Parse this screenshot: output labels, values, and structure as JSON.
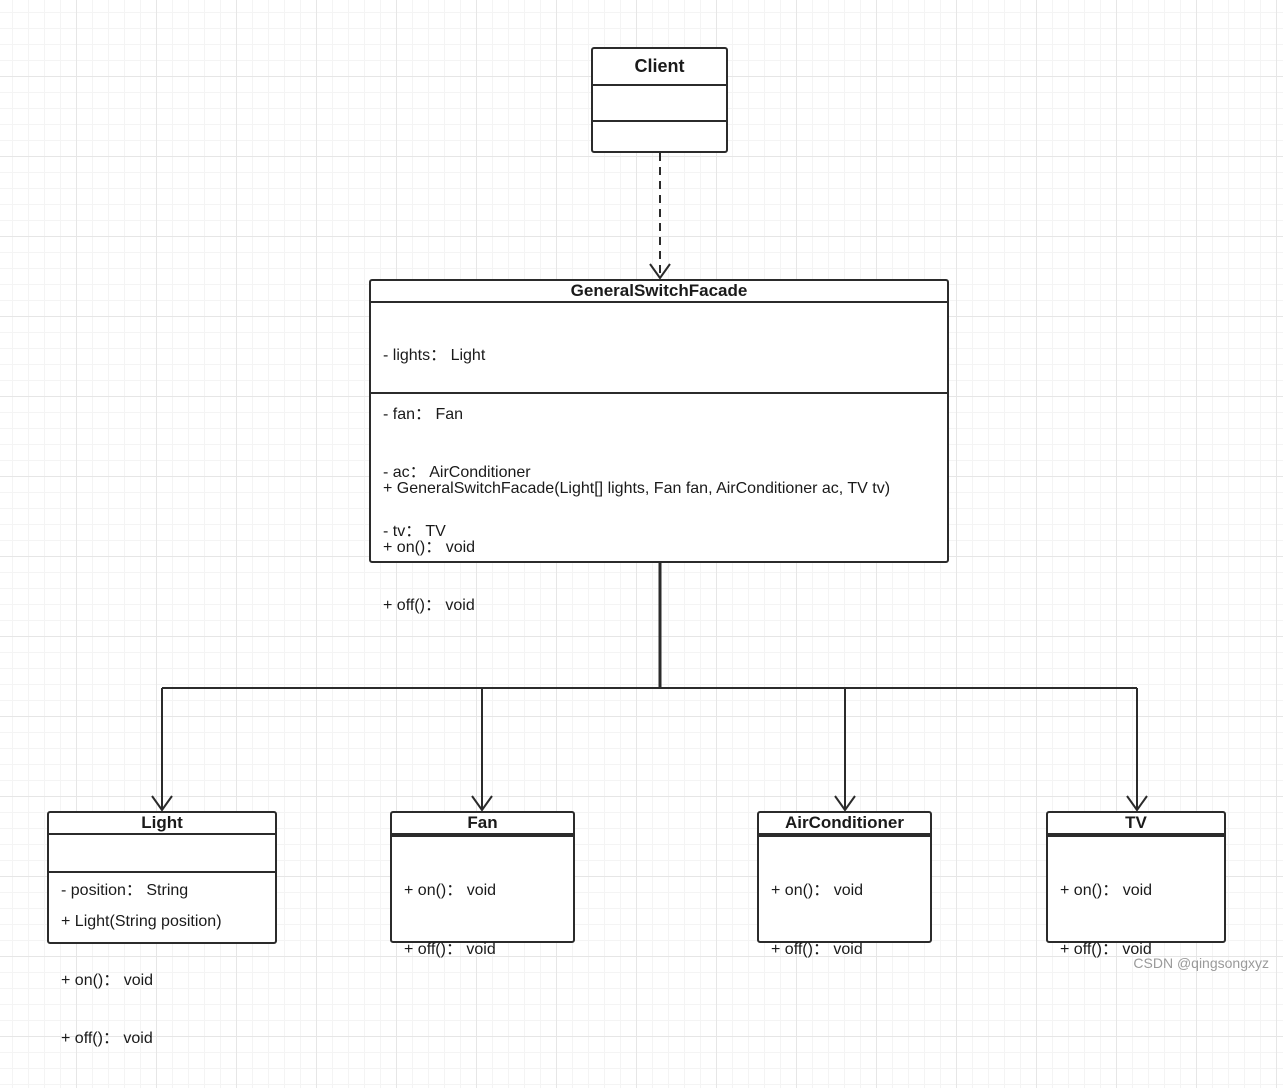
{
  "diagram": {
    "classes": {
      "client": {
        "name": "Client",
        "attributes": [],
        "operations": []
      },
      "facade": {
        "name": "GeneralSwitchFacade",
        "attributes": [
          "- lights： Light",
          "- fan： Fan",
          "- ac： AirConditioner",
          "- tv： TV"
        ],
        "operations": [
          "+ GeneralSwitchFacade(Light[] lights, Fan fan, AirConditioner ac, TV tv)",
          "+ on()： void",
          "+ off()： void"
        ]
      },
      "light": {
        "name": "Light",
        "attributes": [
          "- position： String"
        ],
        "operations": [
          "+ Light(String position)",
          "+ on()： void",
          "+ off()： void"
        ]
      },
      "fan": {
        "name": "Fan",
        "attributes": [],
        "operations": [
          "+ on()： void",
          "+ off()： void"
        ]
      },
      "airconditioner": {
        "name": "AirConditioner",
        "attributes": [],
        "operations": [
          "+ on()： void",
          "+ off()： void"
        ]
      },
      "tv": {
        "name": "TV",
        "attributes": [],
        "operations": [
          "+ on()： void",
          "+ off()： void"
        ]
      }
    },
    "relationships": [
      {
        "from": "Client",
        "to": "GeneralSwitchFacade",
        "type": "dependency"
      },
      {
        "from": "GeneralSwitchFacade",
        "to": "Light",
        "type": "association"
      },
      {
        "from": "GeneralSwitchFacade",
        "to": "Fan",
        "type": "association"
      },
      {
        "from": "GeneralSwitchFacade",
        "to": "AirConditioner",
        "type": "association"
      },
      {
        "from": "GeneralSwitchFacade",
        "to": "TV",
        "type": "association"
      }
    ]
  },
  "watermark": "CSDN @qingsongxyz"
}
